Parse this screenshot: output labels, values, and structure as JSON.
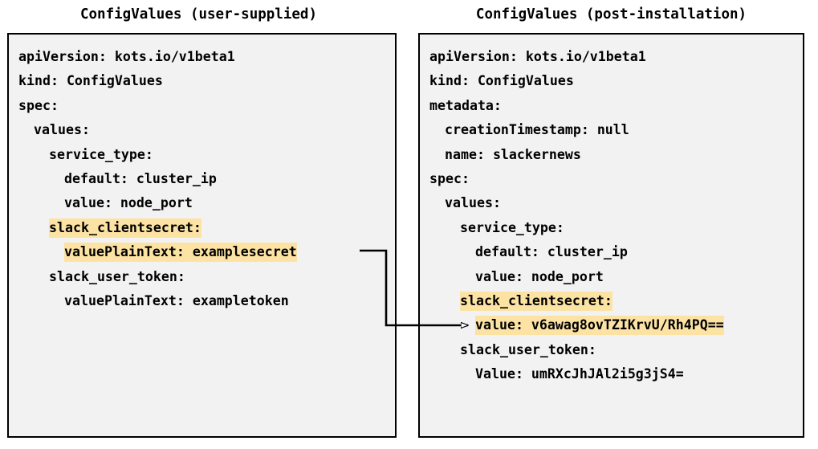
{
  "diagram": {
    "type": "flow-annotation",
    "background_color": "#ffffff",
    "highlight_color": "#fce3a4",
    "box_fill_color": "#f2f2f2",
    "box_border_color": "#000000",
    "text_color": "#000000",
    "connector": {
      "label": "",
      "from": "left.slack_clientsecret.valuePlainText",
      "to": "right.slack_clientsecret.value",
      "arrow_head": "open-triangle",
      "color": "#000000"
    }
  },
  "panels": [
    {
      "id": "user-supplied",
      "title": "ConfigValues (user-supplied)",
      "lines": [
        {
          "indent": 0,
          "text": "apiVersion: kots.io/v1beta1",
          "highlight": false
        },
        {
          "indent": 0,
          "text": "kind: ConfigValues",
          "highlight": false
        },
        {
          "indent": 0,
          "text": "spec:",
          "highlight": false
        },
        {
          "indent": 1,
          "text": "values:",
          "highlight": false
        },
        {
          "indent": 2,
          "text": "service_type:",
          "highlight": false
        },
        {
          "indent": 3,
          "text": "default: cluster_ip",
          "highlight": false
        },
        {
          "indent": 3,
          "text": "value: node_port",
          "highlight": false
        },
        {
          "indent": 2,
          "text": "slack_clientsecret:",
          "highlight": true
        },
        {
          "indent": 3,
          "text": "valuePlainText: examplesecret",
          "highlight": true
        },
        {
          "indent": 2,
          "text": "slack_user_token:",
          "highlight": false
        },
        {
          "indent": 3,
          "text": "valuePlainText: exampletoken",
          "highlight": false
        }
      ]
    },
    {
      "id": "post-installation",
      "title": "ConfigValues (post-installation)",
      "lines": [
        {
          "indent": 0,
          "text": "apiVersion: kots.io/v1beta1",
          "highlight": false
        },
        {
          "indent": 0,
          "text": "kind: ConfigValues",
          "highlight": false
        },
        {
          "indent": 0,
          "text": "metadata:",
          "highlight": false
        },
        {
          "indent": 1,
          "text": "creationTimestamp: null",
          "highlight": false
        },
        {
          "indent": 1,
          "text": "name: slackernews",
          "highlight": false
        },
        {
          "indent": 0,
          "text": "spec:",
          "highlight": false
        },
        {
          "indent": 1,
          "text": "values:",
          "highlight": false
        },
        {
          "indent": 2,
          "text": "service_type:",
          "highlight": false
        },
        {
          "indent": 3,
          "text": "default: cluster_ip",
          "highlight": false
        },
        {
          "indent": 3,
          "text": "value: node_port",
          "highlight": false
        },
        {
          "indent": 2,
          "text": "slack_clientsecret:",
          "highlight": true
        },
        {
          "indent": 3,
          "text": "value: v6awag8ovTZIKrvU/Rh4PQ==",
          "highlight": true
        },
        {
          "indent": 2,
          "text": "slack_user_token:",
          "highlight": false
        },
        {
          "indent": 3,
          "text": "Value: umRXcJhJAl2i5g3jS4=",
          "highlight": false
        }
      ]
    }
  ]
}
